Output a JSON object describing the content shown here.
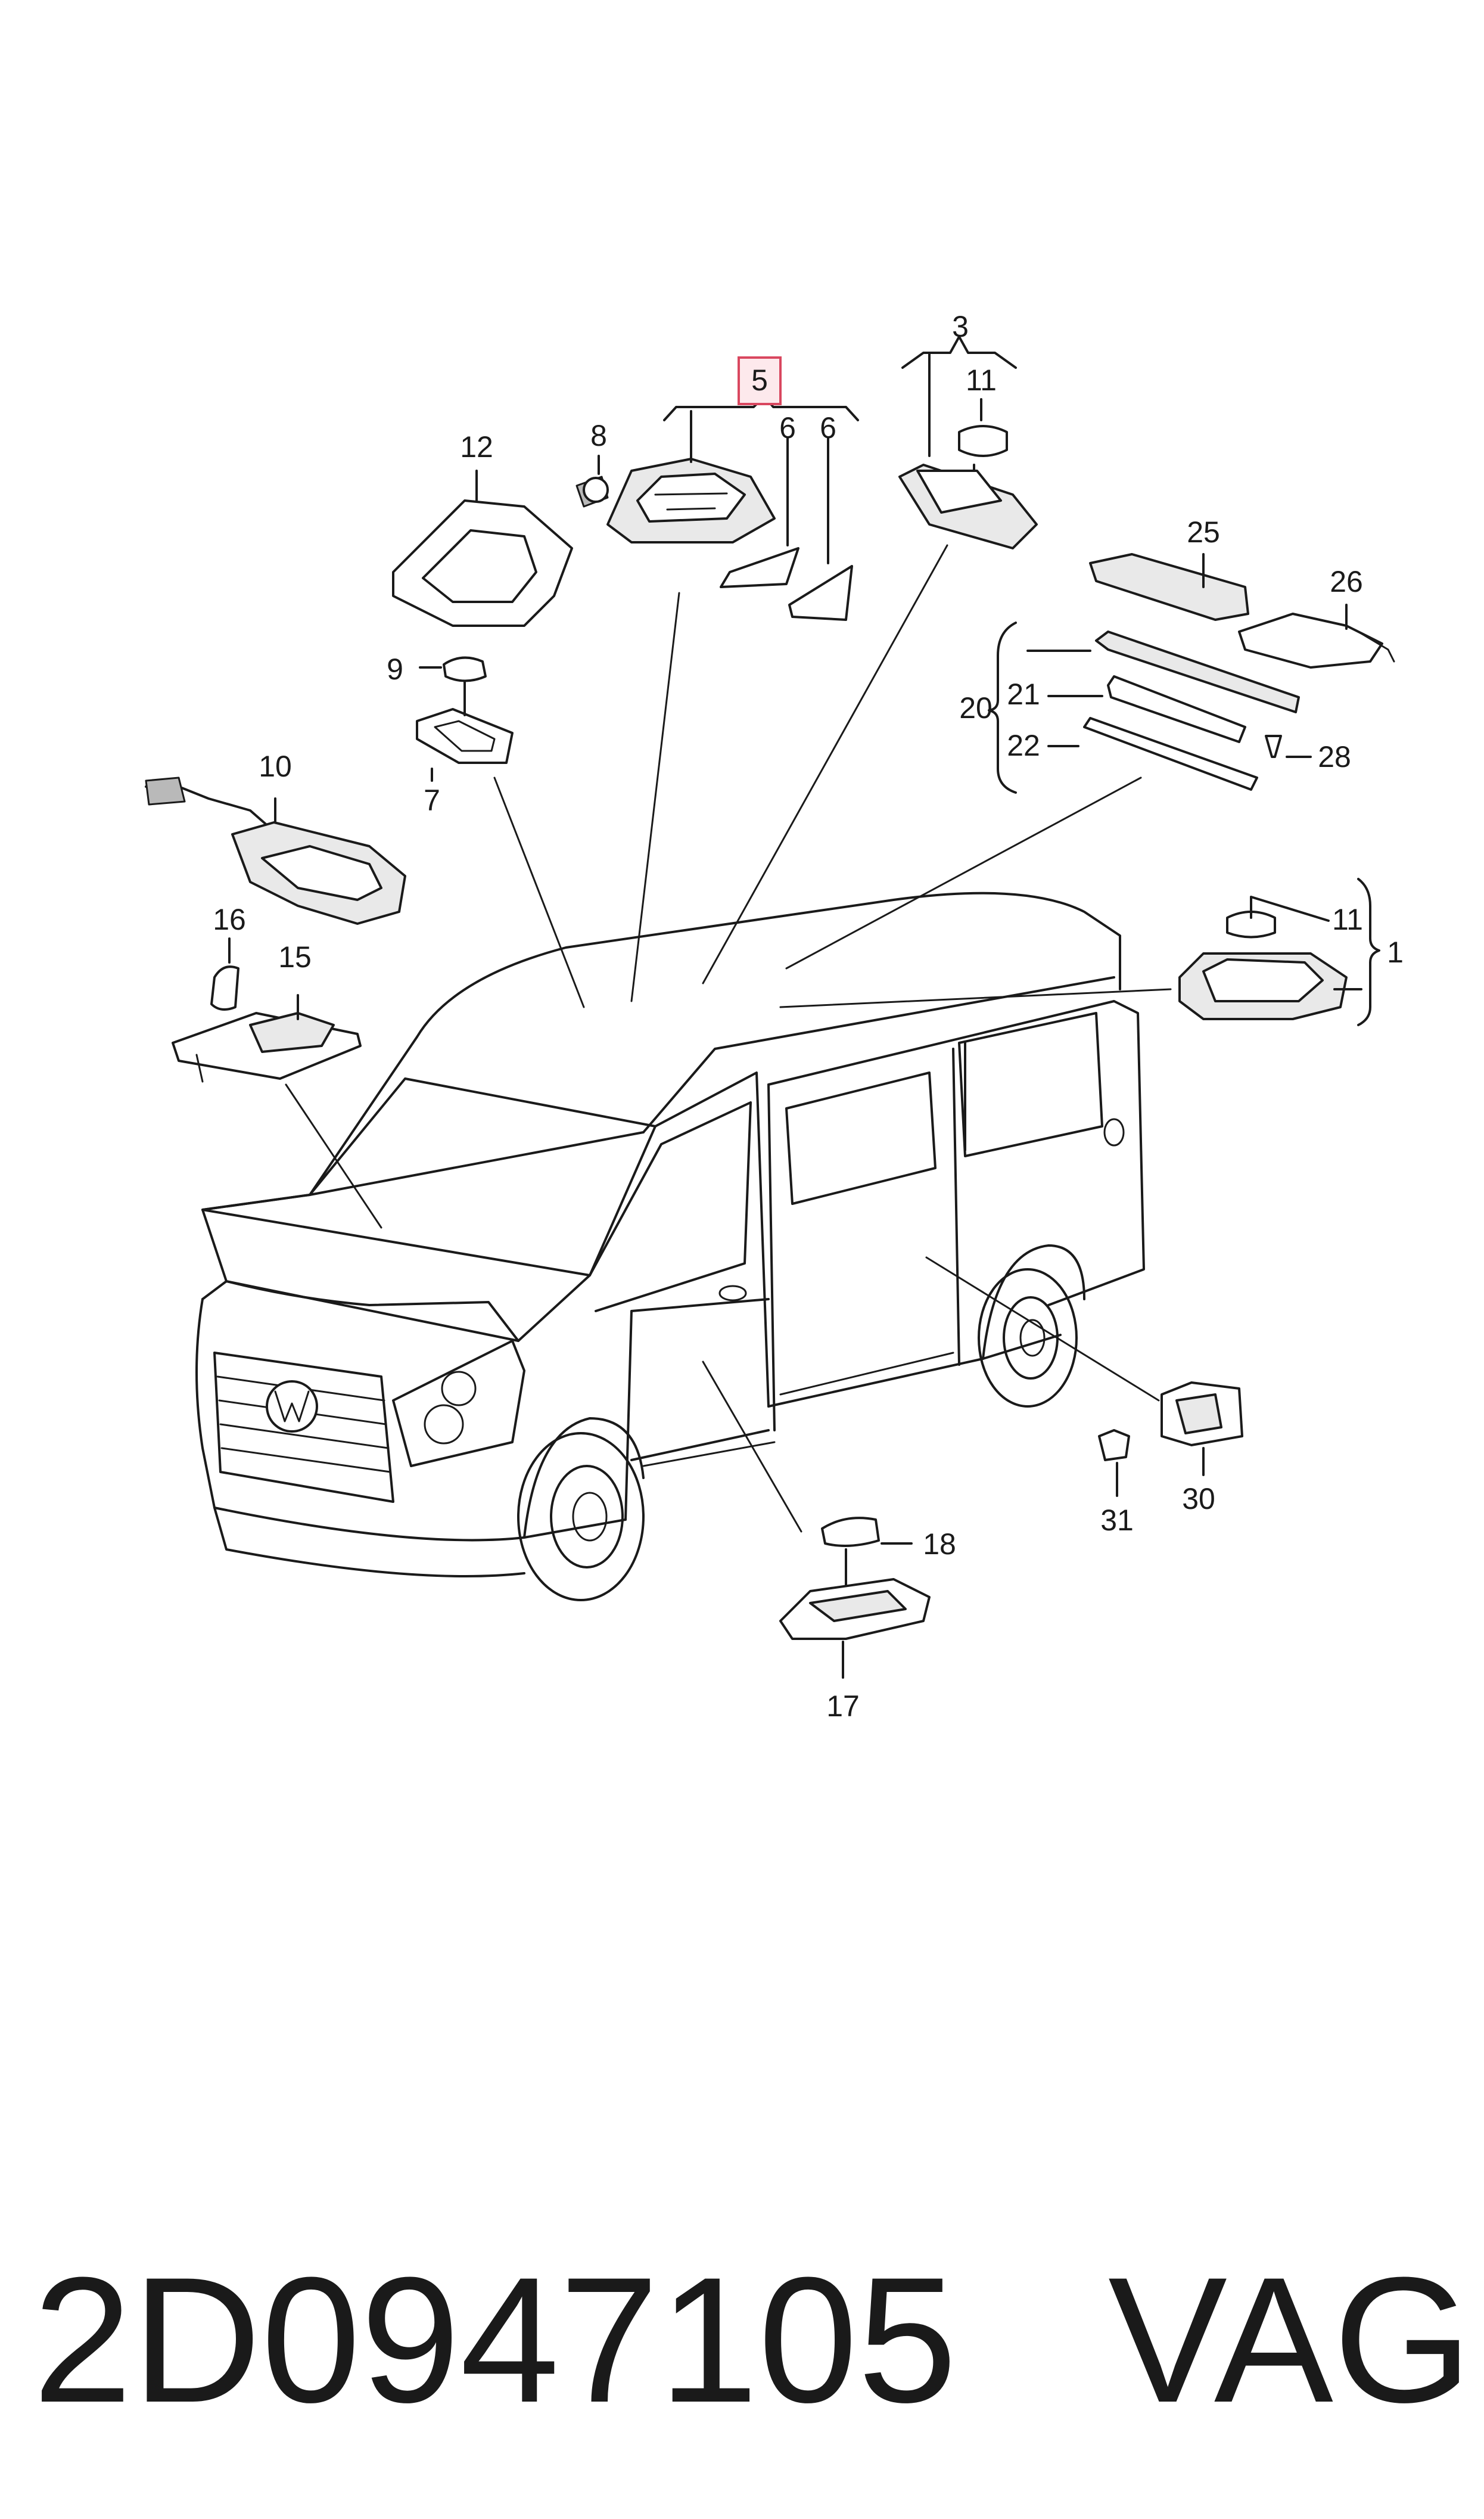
{
  "diagram": {
    "highlighted_callout": "5",
    "highlight_color": "#d9475f",
    "line_color": "#1a1a1a",
    "callouts": {
      "c1": "1",
      "c3": "3",
      "c5": "5",
      "c6a": "6",
      "c6b": "6",
      "c7": "7",
      "c8": "8",
      "c9": "9",
      "c10": "10",
      "c11a": "11",
      "c11b": "11",
      "c12": "12",
      "c15": "15",
      "c16": "16",
      "c17": "17",
      "c18": "18",
      "c20": "20",
      "c21": "21",
      "c22": "22",
      "c25": "25",
      "c26": "26",
      "c28": "28",
      "c30": "30",
      "c31": "31"
    }
  },
  "footer": {
    "part_number": "2D0947105",
    "brand": "VAG"
  }
}
